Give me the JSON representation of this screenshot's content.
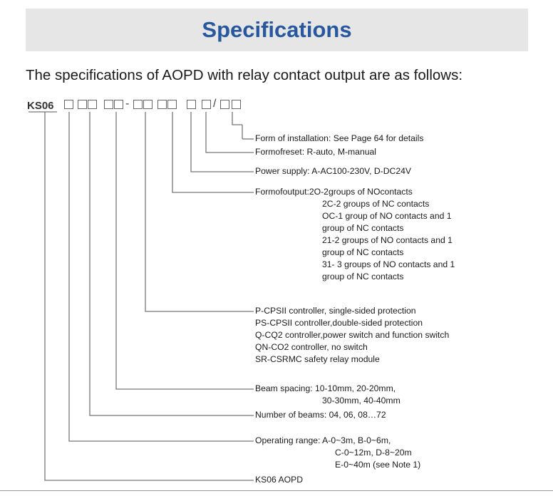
{
  "title": "Specifications",
  "intro": "The specifications of AOPD with relay contact output are as follows:",
  "code": {
    "prefix": "KS06",
    "dash": "-",
    "slash": "/"
  },
  "labels": {
    "installation": "Form of installation: See Page 64 for details",
    "reset": "Formofreset: R-auto, M-manual",
    "power": "Power supply: A-AC100-230V, D-DC24V",
    "output": [
      "Formofoutput:2O-2groups of NOcontacts",
      "2C-2 groups of NC contacts",
      "OC-1 group of NO contacts and 1",
      "group of NC contacts",
      "21-2 groups of NO contacts and 1",
      "group of NC contacts",
      "31- 3 groups of NO contacts and 1",
      "group of NC contacts"
    ],
    "controller": [
      "P-CPSII controller, single-sided protection",
      "PS-CPSII controller,double-sided protection",
      "Q-CQ2 controller,power switch and function switch",
      "QN-CO2 controller, no switch",
      "SR-CSRMC safety relay module"
    ],
    "beam_spacing": [
      "Beam spacing: 10-10mm, 20-20mm,",
      "30-30mm, 40-40mm"
    ],
    "beams": "Number of beams: 04, 06, 08…72",
    "range": [
      "Operating range: A-0~3m, B-0~6m,",
      "C-0~12m, D-8~20m",
      "E-0~40m (see Note 1)"
    ],
    "model": "KS06 AOPD"
  }
}
